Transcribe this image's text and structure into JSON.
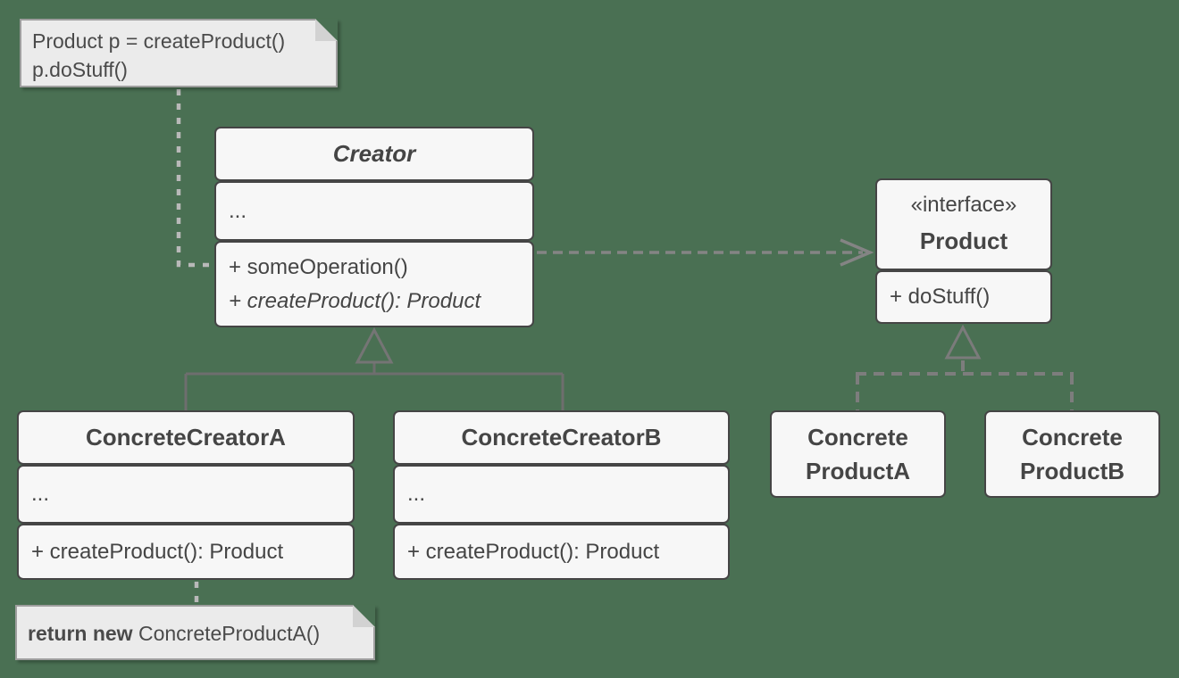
{
  "style": {
    "background_color": "#4a7053",
    "box_fill": "#f7f7f7",
    "box_border": "#454545",
    "note_fill": "#ebebeb",
    "note_border": "#9e9e9e",
    "solid_line_color": "#6e6e6e",
    "dashed_line_color": "#848484",
    "note_link_color": "#b9b9b9",
    "text_color": "#454545"
  },
  "notes": {
    "top": {
      "line1": "Product p = createProduct()",
      "line2": "p.doStuff()"
    },
    "bottom": {
      "bold": "return new",
      "rest": "ConcreteProductA()"
    }
  },
  "classes": {
    "creator": {
      "name": "Creator",
      "placeholder": "...",
      "methods": [
        {
          "text": "+ someOperation()",
          "abstract": false
        },
        {
          "text": "+ createProduct(): Product",
          "abstract": true
        }
      ]
    },
    "product": {
      "stereotype": "«interface»",
      "name": "Product",
      "methods": [
        {
          "text": "+ doStuff()",
          "abstract": false
        }
      ]
    },
    "concrete_creator_a": {
      "name": "ConcreteCreatorA",
      "placeholder": "...",
      "methods": [
        {
          "text": "+ createProduct(): Product",
          "abstract": false
        }
      ]
    },
    "concrete_creator_b": {
      "name": "ConcreteCreatorB",
      "placeholder": "...",
      "methods": [
        {
          "text": "+ createProduct(): Product",
          "abstract": false
        }
      ]
    },
    "concrete_product_a": {
      "name_line1": "Concrete",
      "name_line2": "ProductA"
    },
    "concrete_product_b": {
      "name_line1": "Concrete",
      "name_line2": "ProductB"
    }
  },
  "relationships": [
    {
      "from": "Creator",
      "to": "Product",
      "type": "dependency",
      "line": "dashed-open-arrow"
    },
    {
      "from": "ConcreteCreatorA",
      "to": "Creator",
      "type": "generalization",
      "line": "solid-hollow-triangle"
    },
    {
      "from": "ConcreteCreatorB",
      "to": "Creator",
      "type": "generalization",
      "line": "solid-hollow-triangle"
    },
    {
      "from": "ConcreteProductA",
      "to": "Product",
      "type": "realization",
      "line": "dashed-hollow-triangle"
    },
    {
      "from": "ConcreteProductB",
      "to": "Product",
      "type": "realization",
      "line": "dashed-hollow-triangle"
    },
    {
      "from": "top-note",
      "to": "Creator",
      "type": "note-anchor",
      "line": "dashed-light"
    },
    {
      "from": "ConcreteCreatorA",
      "to": "bottom-note",
      "type": "note-anchor",
      "line": "dashed-light"
    }
  ]
}
